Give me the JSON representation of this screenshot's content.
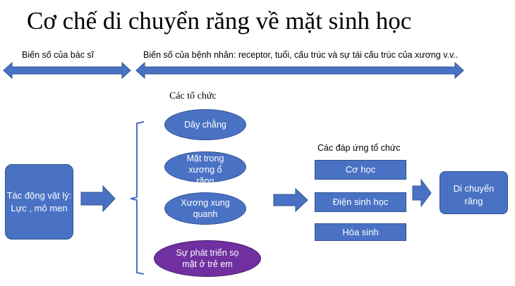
{
  "title": "Cơ chế di chuyển răng về mặt sinh học",
  "doctor_variable_label": "Biến số của bác sĩ",
  "patient_variable_label": "Biến số của bệnh nhân: receptor, tuổi, cấu trúc và sự tái cấu trúc của xương v.v..",
  "tissues_label": "Các tổ chức",
  "responses_label": "Các đáp ứng tổ chức",
  "input_box": "Tác động vật lý: Lực , mô men",
  "tissues": [
    "Dây chằng",
    "Mặt trong xương ổ răng",
    "Xương xung quanh",
    "Sự phát triển sọ mặt ở trẻ em"
  ],
  "responses": [
    "Cơ học",
    "Điện sinh học",
    "Hóa sinh"
  ],
  "output_box": "Di chuyển răng",
  "colors": {
    "blue": "#4a72c4",
    "purple": "#7030a0",
    "border": "#2f528f"
  }
}
